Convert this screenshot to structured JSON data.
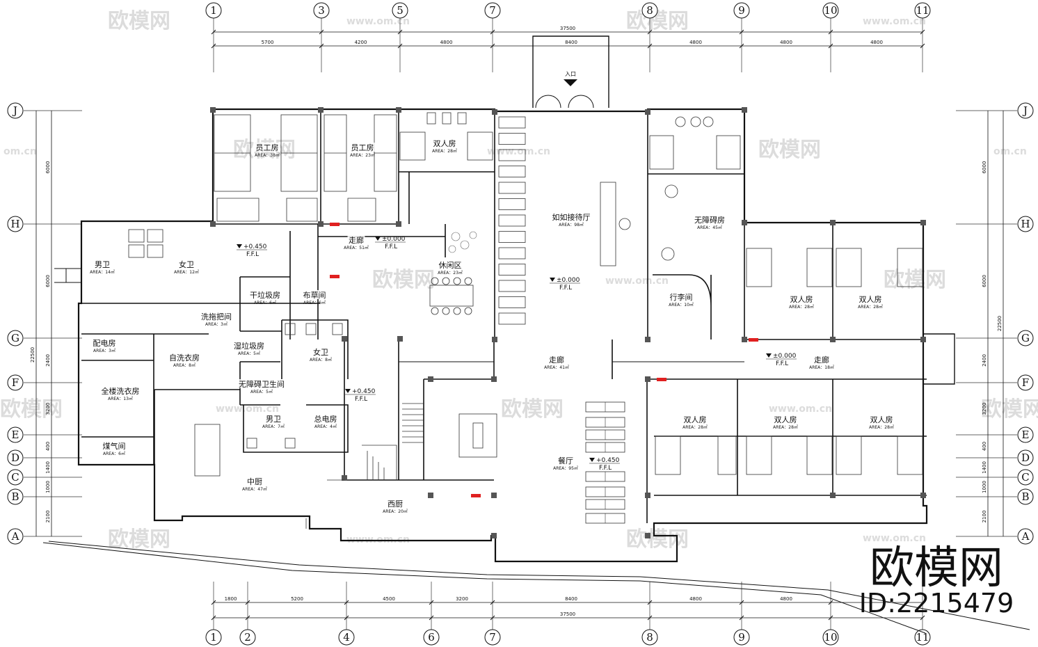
{
  "watermark": {
    "brand": "欧模网",
    "site": "www.om.cn",
    "site_short": "om.cn",
    "id_text": "ID:2215479"
  },
  "axes": {
    "top": [
      "1",
      "3",
      "5",
      "7",
      "8",
      "9",
      "10",
      "11"
    ],
    "bottom": [
      "1",
      "2",
      "4",
      "6",
      "7",
      "8",
      "9",
      "10",
      "11"
    ],
    "left": [
      "J",
      "H",
      "G",
      "F",
      "E",
      "D",
      "C",
      "B",
      "A"
    ],
    "right": [
      "J",
      "H",
      "G",
      "F",
      "E",
      "D",
      "C",
      "B",
      "A"
    ]
  },
  "dimensions": {
    "top_total": "37500",
    "top": [
      "5700",
      "4200",
      "4800",
      "8400",
      "4800",
      "4800",
      "4800"
    ],
    "bottom_total": "37500",
    "bottom": [
      "1800",
      "5200",
      "4500",
      "3200",
      "8400",
      "4800",
      "4800"
    ],
    "left": [
      "6000",
      "6000",
      "2400",
      "3200",
      "400",
      "1400",
      "1000",
      "2100"
    ],
    "left_total": "22500",
    "right": [
      "6000",
      "6000",
      "2400",
      "3200",
      "400",
      "1400",
      "1000",
      "2100"
    ],
    "right_total": "22500"
  },
  "entrance": "入口",
  "rooms": [
    {
      "id": "staff1",
      "name": "员工房",
      "area": "AREA：38㎡"
    },
    {
      "id": "staff2",
      "name": "员工房",
      "area": "AREA：23㎡"
    },
    {
      "id": "double1",
      "name": "双人房",
      "area": "AREA：28㎡"
    },
    {
      "id": "lobby",
      "name": "如如接待厅",
      "area": "AREA：98㎡"
    },
    {
      "id": "access",
      "name": "无障碍房",
      "area": "AREA：45㎡"
    },
    {
      "id": "men1",
      "name": "男卫",
      "area": "AREA：14㎡"
    },
    {
      "id": "women1",
      "name": "女卫",
      "area": "AREA：12㎡"
    },
    {
      "id": "corridor1",
      "name": "走廊",
      "area": "AREA：51㎡"
    },
    {
      "id": "lounge",
      "name": "休闲区",
      "area": "AREA：23㎡"
    },
    {
      "id": "dry",
      "name": "干垃圾房",
      "area": "AREA：6㎡"
    },
    {
      "id": "linen",
      "name": "布草间",
      "area": "AREA：6㎡"
    },
    {
      "id": "luggage",
      "name": "行李间",
      "area": "AREA：10㎡"
    },
    {
      "id": "double2",
      "name": "双人房",
      "area": "AREA：28㎡"
    },
    {
      "id": "double3",
      "name": "双人房",
      "area": "AREA：28㎡"
    },
    {
      "id": "mop",
      "name": "洗拖把间",
      "area": "AREA：3㎡"
    },
    {
      "id": "wet",
      "name": "湿垃圾房",
      "area": "AREA：5㎡"
    },
    {
      "id": "women2",
      "name": "女卫",
      "area": "AREA：8㎡"
    },
    {
      "id": "power",
      "name": "配电房",
      "area": "AREA：3㎡"
    },
    {
      "id": "selfwash",
      "name": "自洗衣房",
      "area": "AREA：8㎡"
    },
    {
      "id": "accwc",
      "name": "无障碍卫生间",
      "area": "AREA：5㎡"
    },
    {
      "id": "corridor2",
      "name": "走廊",
      "area": "AREA：41㎡"
    },
    {
      "id": "corridor3",
      "name": "走廊",
      "area": "AREA：18㎡"
    },
    {
      "id": "laundry",
      "name": "全楼洗衣房",
      "area": "AREA：13㎡"
    },
    {
      "id": "men2",
      "name": "男卫",
      "area": "AREA：7㎡"
    },
    {
      "id": "mainpower",
      "name": "总电房",
      "area": "AREA：4㎡"
    },
    {
      "id": "double4",
      "name": "双人房",
      "area": "AREA：28㎡"
    },
    {
      "id": "double5",
      "name": "双人房",
      "area": "AREA：28㎡"
    },
    {
      "id": "double6",
      "name": "双人房",
      "area": "AREA：28㎡"
    },
    {
      "id": "gas",
      "name": "煤气间",
      "area": "AREA：6㎡"
    },
    {
      "id": "dining",
      "name": "餐厅",
      "area": "AREA：95㎡"
    },
    {
      "id": "cnkitchen",
      "name": "中厨",
      "area": "AREA：47㎡"
    },
    {
      "id": "wkitchen",
      "name": "西厨",
      "area": "AREA：20㎡"
    }
  ],
  "levels": [
    {
      "id": "lv1",
      "value": "+0.450",
      "ffl": "F.F.L"
    },
    {
      "id": "lv2",
      "value": "±0.000",
      "ffl": "F.F.L"
    },
    {
      "id": "lv3",
      "value": "±0.000",
      "ffl": "F.F.L"
    },
    {
      "id": "lv4",
      "value": "±0.000",
      "ffl": "F.F.L"
    },
    {
      "id": "lv5",
      "value": "+0.450",
      "ffl": "F.F.L"
    },
    {
      "id": "lv6",
      "value": "+0.450",
      "ffl": "F.F.L"
    }
  ]
}
